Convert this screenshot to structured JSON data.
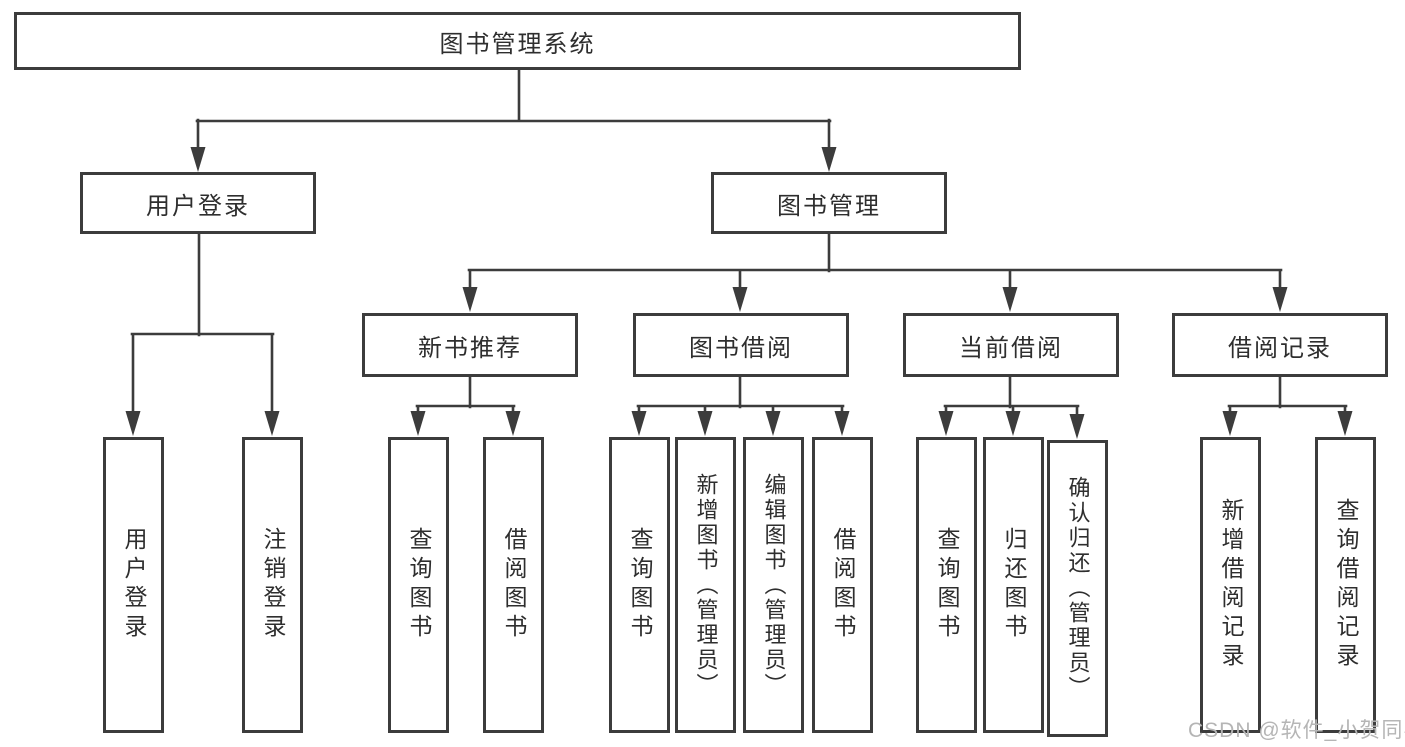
{
  "diagram": {
    "title": "图书管理系统",
    "branches": [
      {
        "label": "用户登录",
        "leaves": [
          {
            "label": "用户登录"
          },
          {
            "label": "注销登录"
          }
        ]
      },
      {
        "label": "图书管理",
        "groups": [
          {
            "label": "新书推荐",
            "leaves": [
              {
                "label": "查询图书"
              },
              {
                "label": "借阅图书"
              }
            ]
          },
          {
            "label": "图书借阅",
            "leaves": [
              {
                "label": "查询图书"
              },
              {
                "label": "新增图书（管理员）"
              },
              {
                "label": "编辑图书（管理员）"
              },
              {
                "label": "借阅图书"
              }
            ]
          },
          {
            "label": "当前借阅",
            "leaves": [
              {
                "label": "查询图书"
              },
              {
                "label": "归还图书"
              },
              {
                "label": "确认归还（管理员）"
              }
            ]
          },
          {
            "label": "借阅记录",
            "leaves": [
              {
                "label": "新增借阅记录"
              },
              {
                "label": "查询借阅记录"
              }
            ]
          }
        ]
      }
    ]
  },
  "watermark": {
    "text": "CSDN @软件_小贺同学"
  },
  "colors": {
    "line": "#3c3c3c",
    "text": "#2e2e2e",
    "background": "#ffffff",
    "watermark": "#b5b5b5"
  }
}
